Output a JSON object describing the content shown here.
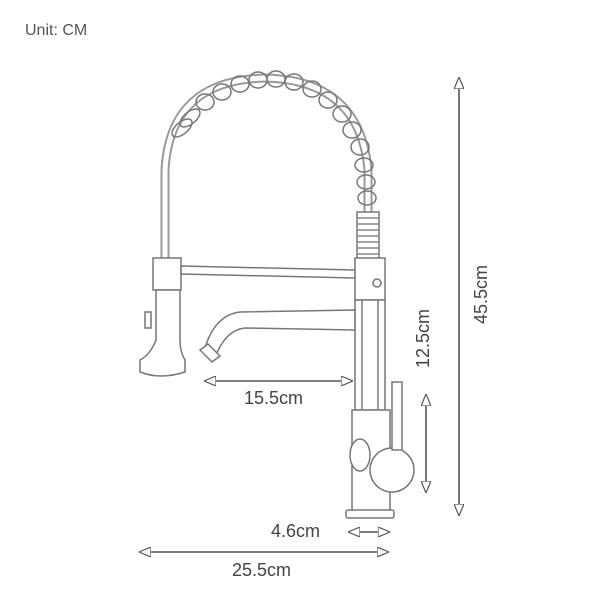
{
  "header": {
    "unit_label": "Unit: CM"
  },
  "dimensions": {
    "spout_reach": "15.5cm",
    "handle_height": "12.5cm",
    "total_height": "45.5cm",
    "base_diameter": "4.6cm",
    "total_width": "25.5cm"
  },
  "colors": {
    "line": "#555555",
    "outline": "#777777",
    "background": "#ffffff"
  }
}
